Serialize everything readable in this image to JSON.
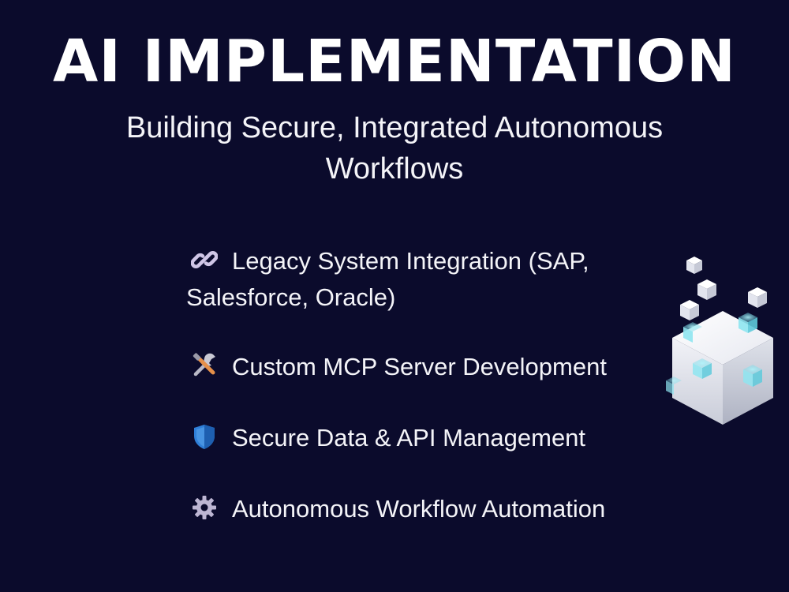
{
  "slide": {
    "title": "AI IMPLEMENTATION",
    "subtitle": "Building Secure, Integrated Autonomous Workflows"
  },
  "features": [
    {
      "icon": "link-icon",
      "label": "Legacy System Integration (SAP, Salesforce, Oracle)"
    },
    {
      "icon": "tools-icon",
      "label": "Custom MCP Server Development"
    },
    {
      "icon": "shield-icon",
      "label": "Secure Data & API Management"
    },
    {
      "icon": "gear-icon",
      "label": "Autonomous Workflow Automation"
    }
  ],
  "colors": {
    "background": "#0b0b2c",
    "text": "#ffffff",
    "shield": "#2f7fd8",
    "cube_glow": "#7fe6f0"
  }
}
